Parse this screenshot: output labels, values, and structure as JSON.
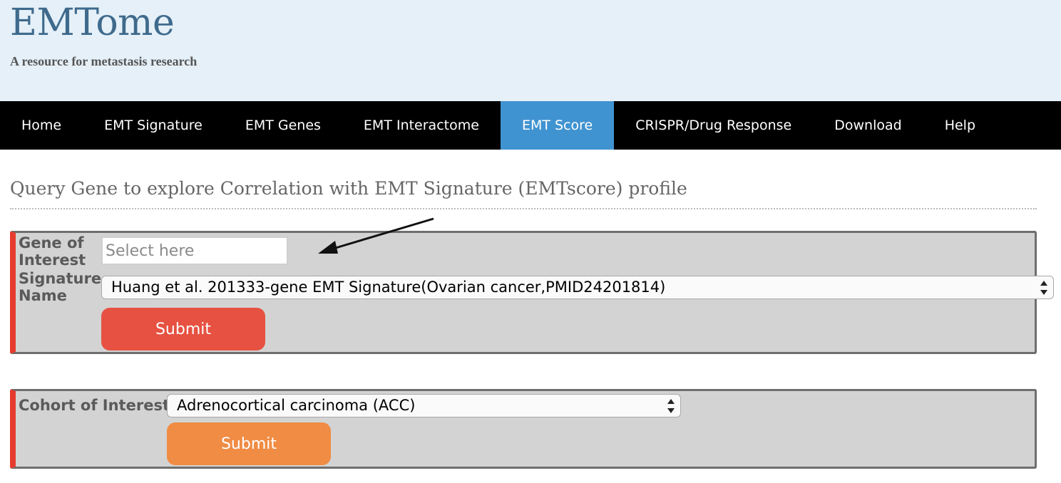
{
  "header": {
    "title": "EMTome",
    "tagline": "A resource for metastasis research"
  },
  "nav": {
    "items": [
      {
        "label": "Home",
        "active": false
      },
      {
        "label": "EMT Signature",
        "active": false
      },
      {
        "label": "EMT Genes",
        "active": false
      },
      {
        "label": "EMT Interactome",
        "active": false
      },
      {
        "label": "EMT Score",
        "active": true
      },
      {
        "label": "CRISPR/Drug Response",
        "active": false
      },
      {
        "label": "Download",
        "active": false
      },
      {
        "label": "Help",
        "active": false
      }
    ],
    "active_color": "#4093d1"
  },
  "main": {
    "heading": "Query Gene to explore Correlation with EMT Signature (EMTscore) profile"
  },
  "gene_panel": {
    "gene_label_line1": "Gene of",
    "gene_label_line2": "Interest",
    "gene_input_placeholder": "Select here",
    "gene_input_value": "",
    "signature_label_line1": "Signature",
    "signature_label_line2": "Name",
    "signature_selected": "Huang et al. 201333-gene EMT Signature(Ovarian cancer,PMID24201814)",
    "submit_label": "Submit",
    "submit_color": "#e65141"
  },
  "cohort_panel": {
    "cohort_label": "Cohort of Interest",
    "cohort_selected": "Adrenocortical carcinoma (ACC)",
    "submit_label": "Submit",
    "submit_color": "#f08c44"
  },
  "colors": {
    "header_bg": "#e5f0f8",
    "title": "#3f6a8c",
    "panel_bg": "#d3d3d3",
    "panel_accent": "#e63b2e"
  },
  "icons": {
    "annotation_arrow": "arrow-pointer-icon",
    "select_arrows": "updown-chevron-icon"
  }
}
